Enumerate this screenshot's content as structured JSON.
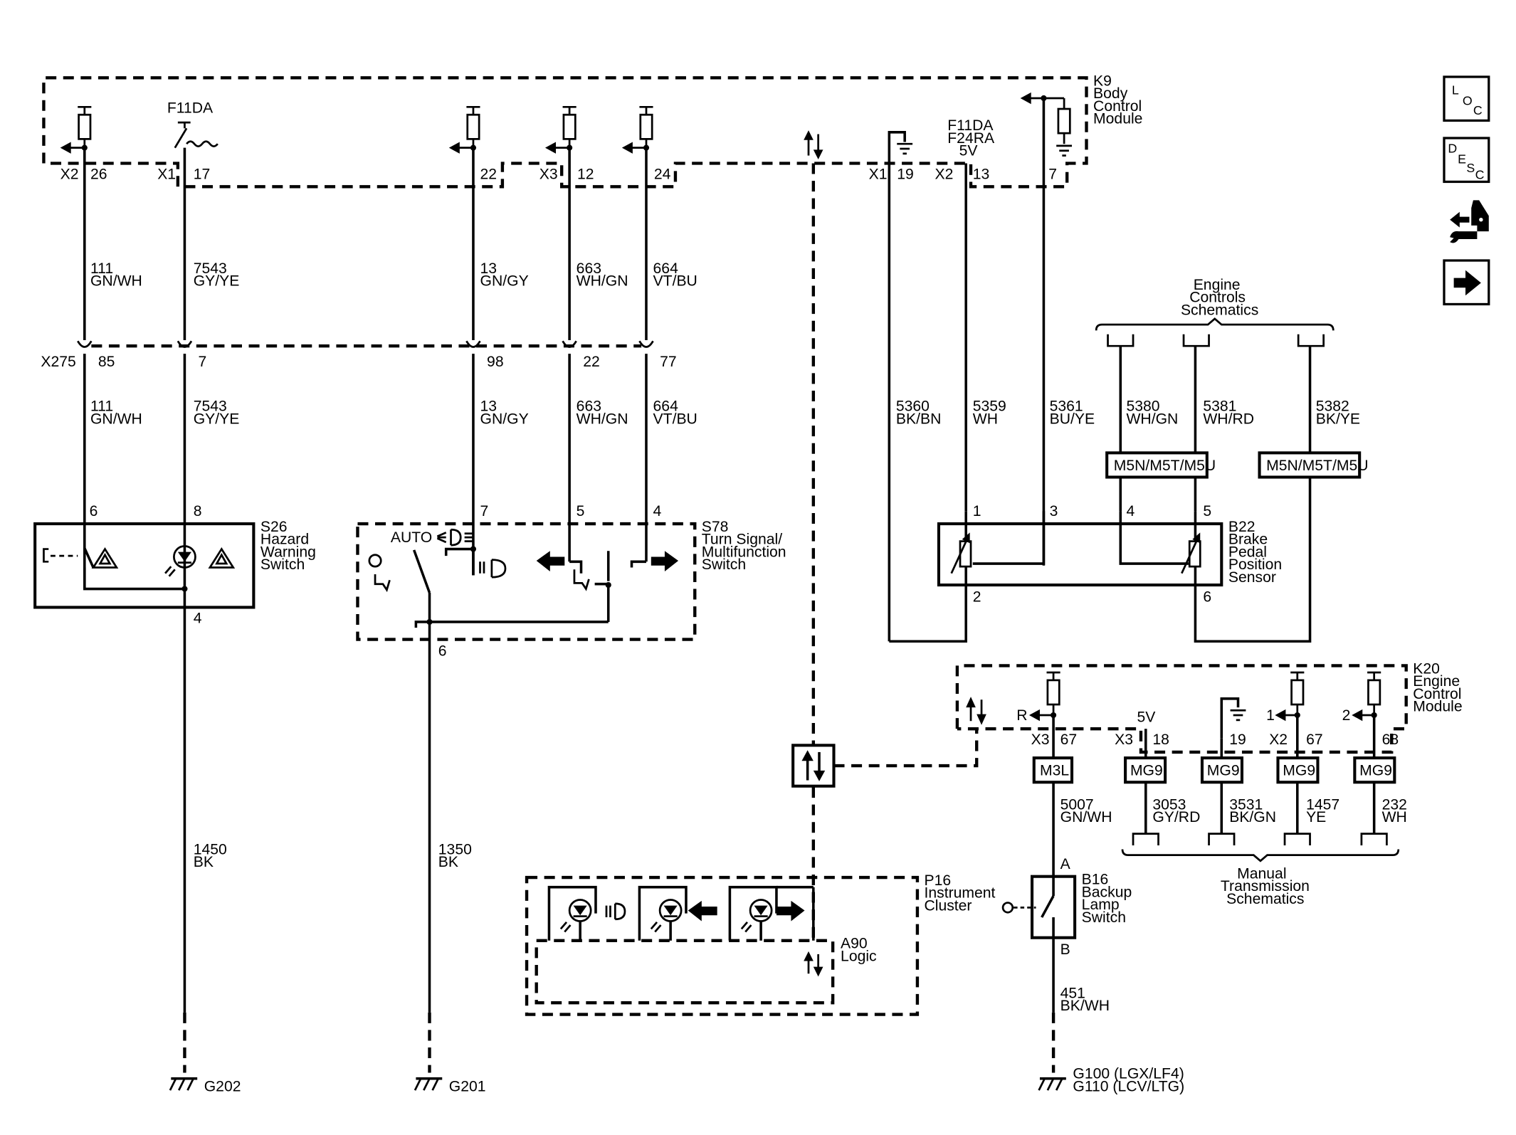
{
  "modules": {
    "k9": {
      "ref": "K9",
      "name": [
        "Body",
        "Control",
        "Module"
      ]
    },
    "k20": {
      "ref": "K20",
      "name": [
        "Engine",
        "Control",
        "Module"
      ]
    },
    "s26": {
      "ref": "S26",
      "name": [
        "Hazard",
        "Warning",
        "Switch"
      ]
    },
    "s78": {
      "ref": "S78",
      "name": [
        "Turn Signal/",
        "Multifunction",
        "Switch"
      ],
      "auto": "AUTO"
    },
    "b22": {
      "ref": "B22",
      "name": [
        "Brake",
        "Pedal",
        "Position",
        "Sensor"
      ]
    },
    "b16": {
      "ref": "B16",
      "name": [
        "Backup",
        "Lamp",
        "Switch"
      ]
    },
    "p16": {
      "ref": "P16",
      "name": [
        "Instrument",
        "Cluster"
      ]
    },
    "a90": {
      "ref": "A90",
      "name": [
        "Logic"
      ]
    }
  },
  "k9_labels": {
    "f11da": "F11DA",
    "supply": [
      "F11DA",
      "F24RA",
      "5V"
    ],
    "connectors": {
      "x2a": "X2",
      "x1a": "X1",
      "x3": "X3",
      "x1b": "X1",
      "x2b": "X2"
    },
    "pins": {
      "p26": "26",
      "p17": "17",
      "p22": "22",
      "p12": "12",
      "p24": "24",
      "p19": "19",
      "p13": "13",
      "p7": "7"
    }
  },
  "k20_labels": {
    "r": "R",
    "v5": "5V",
    "one": "1",
    "two": "2",
    "connectors": {
      "x3a": "X3",
      "x3b": "X3",
      "x2": "X2"
    },
    "pins": {
      "p67a": "67",
      "p18": "18",
      "p19": "19",
      "p67b": "67",
      "p68": "68"
    }
  },
  "x275": {
    "name": "X275",
    "pins": {
      "p85": "85",
      "p7": "7",
      "p98": "98",
      "p22": "22",
      "p77": "77"
    }
  },
  "component_pins": {
    "s26_6": "6",
    "s26_8": "8",
    "s26_4": "4",
    "s78_7": "7",
    "s78_5": "5",
    "s78_4": "4",
    "s78_6": "6",
    "b22_1": "1",
    "b22_3": "3",
    "b22_4": "4",
    "b22_5": "5",
    "b22_2": "2",
    "b22_6": "6",
    "b16_a": "A",
    "b16_b": "B"
  },
  "wires": {
    "w111a": [
      "111",
      "GN/WH"
    ],
    "w7543a": [
      "7543",
      "GY/YE"
    ],
    "w13a": [
      "13",
      "GN/GY"
    ],
    "w663a": [
      "663",
      "WH/GN"
    ],
    "w664a": [
      "664",
      "VT/BU"
    ],
    "w111b": [
      "111",
      "GN/WH"
    ],
    "w7543b": [
      "7543",
      "GY/YE"
    ],
    "w13b": [
      "13",
      "GN/GY"
    ],
    "w663b": [
      "663",
      "WH/GN"
    ],
    "w664b": [
      "664",
      "VT/BU"
    ],
    "w5360": [
      "5360",
      "BK/BN"
    ],
    "w5359": [
      "5359",
      "WH"
    ],
    "w5361": [
      "5361",
      "BU/YE"
    ],
    "w5380": [
      "5380",
      "WH/GN"
    ],
    "w5381": [
      "5381",
      "WH/RD"
    ],
    "w5382": [
      "5382",
      "BK/YE"
    ],
    "w1450": [
      "1450",
      "BK"
    ],
    "w1350": [
      "1350",
      "BK"
    ],
    "w5007": [
      "5007",
      "GN/WH"
    ],
    "w3053": [
      "3053",
      "GY/RD"
    ],
    "w3531": [
      "3531",
      "BK/GN"
    ],
    "w1457": [
      "1457",
      "YE"
    ],
    "w232": [
      "232",
      "WH"
    ],
    "w451": [
      "451",
      "BK/WH"
    ]
  },
  "options": {
    "m5n_a": "M5N/M5T/M5U",
    "m5n_b": "M5N/M5T/M5U",
    "m3l": "M3L",
    "mg9_a": "MG9",
    "mg9_b": "MG9",
    "mg9_c": "MG9",
    "mg9_d": "MG9"
  },
  "references": {
    "engine": [
      "Engine",
      "Controls",
      "Schematics"
    ],
    "manual_trans": [
      "Manual",
      "Transmission",
      "Schematics"
    ]
  },
  "grounds": {
    "g202": "G202",
    "g201": "G201",
    "g100": "G100  (LGX/LF4)",
    "g110": "G110  (LCV/LTG)"
  },
  "nav": {
    "loc": [
      "L",
      "O",
      "C"
    ],
    "desc": [
      "D",
      "E",
      "S",
      "C"
    ],
    "icons": [
      "location-button",
      "description-button",
      "connector-wrench-button",
      "next-arrow-button"
    ]
  }
}
